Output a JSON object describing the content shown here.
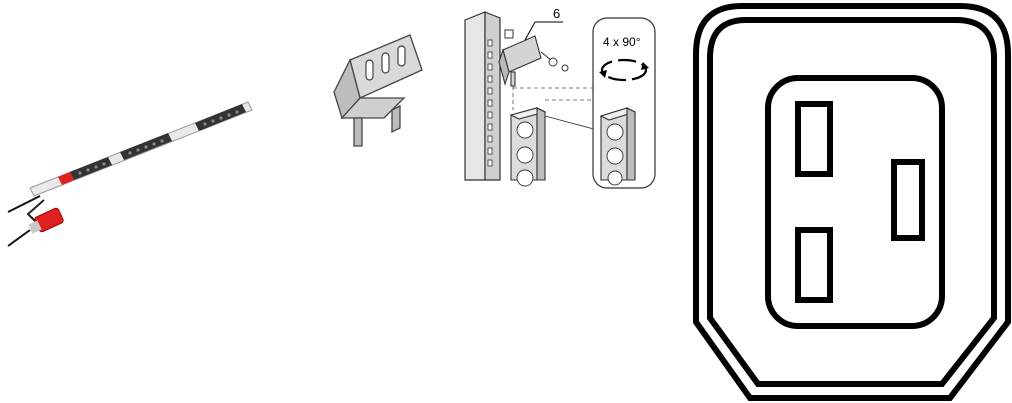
{
  "figures": {
    "pdu": {
      "name": "pdu-power-strip"
    },
    "bracket": {
      "name": "mounting-bracket"
    },
    "installation": {
      "callout_number": "6",
      "rotation_label": "4 x 90°"
    },
    "socket": {
      "name": "iec-c19-socket-outline"
    }
  },
  "colors": {
    "pdu_body": "#e8e8e8",
    "pdu_segment": "#3b3b3b",
    "plug_red": "#e02020",
    "line": "#000000"
  }
}
